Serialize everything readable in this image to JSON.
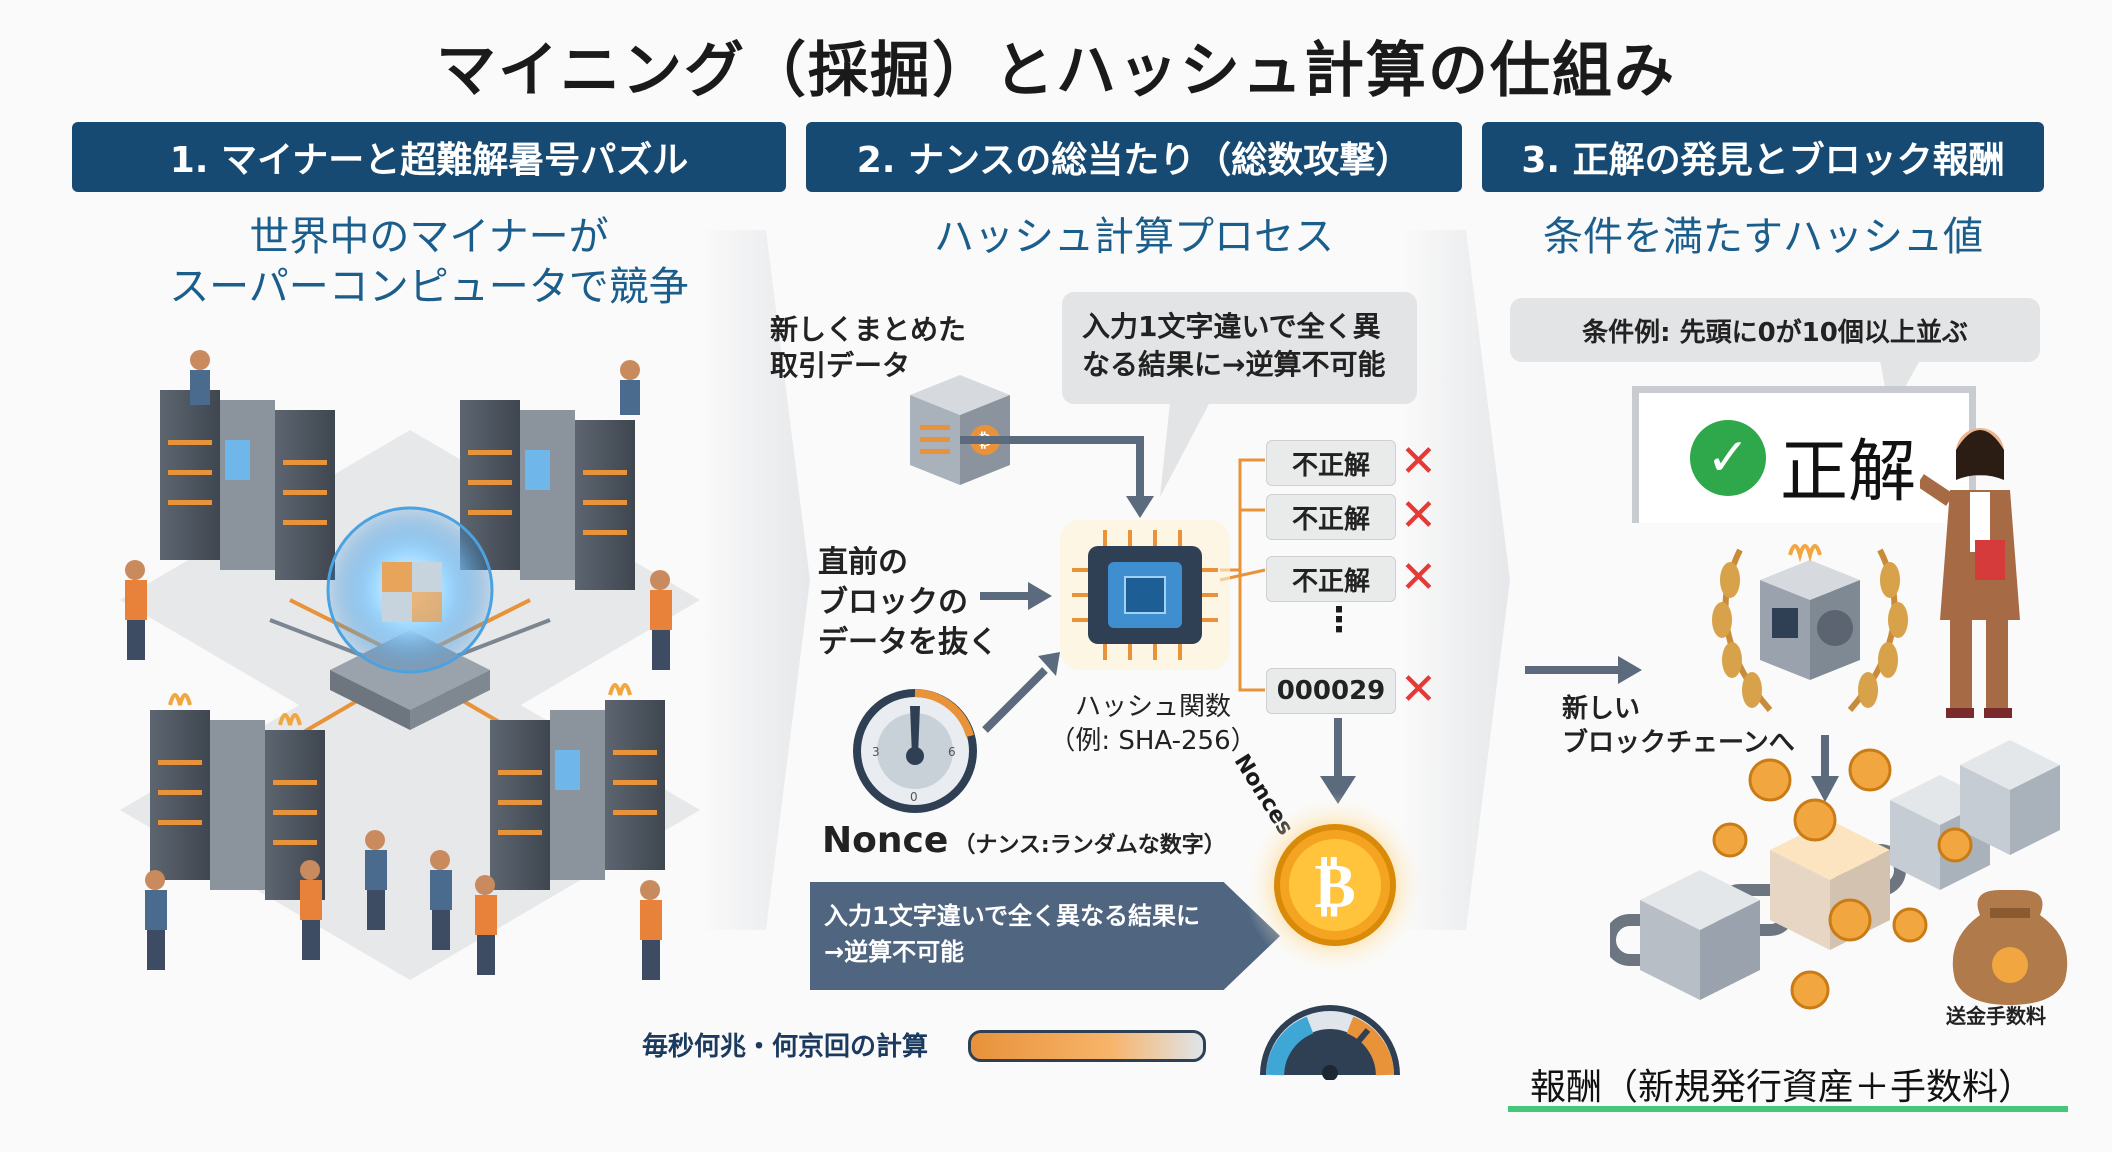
{
  "title": "マイニング（採掘）とハッシュ計算の仕組み",
  "sections": [
    {
      "header": "1. マイナーと超難解暑号パズル",
      "subtitle": [
        "世界中のマイナーが",
        "スーパーコンピュータで競争"
      ]
    },
    {
      "header": "2. ナンスの総当たり（総数攻撃）",
      "subtitle": [
        "ハッシュ計算プロセス"
      ]
    },
    {
      "header": "3. 正解の発見とブロック報酬",
      "subtitle": [
        "条件を満たすハッシュ値"
      ]
    }
  ],
  "process": {
    "new_data": [
      "新しくまとめた",
      "取引データ"
    ],
    "bubble": [
      "入力1文字違いで全く異",
      "なる結果に→逆算不可能"
    ],
    "prev_block": [
      "直前の",
      "ブロックの",
      "データを抜く"
    ],
    "hash_fn": [
      "ハッシュ関数",
      "（例: SHA-256）"
    ],
    "results": [
      "不正解",
      "不正解",
      "不正解",
      "⋮",
      "000029"
    ],
    "nonces_label": "Nonces",
    "nonce_title": "Nonce",
    "nonce_sub": "（ナンス:ランダムな数字）",
    "banner": [
      "入力1文字違いで全く異なる結果に",
      "→逆算不可能"
    ],
    "speed": "毎秒何兆・何京回の計算",
    "coin_symbol": "₿"
  },
  "reward": {
    "condition": "条件例: 先頭に0が10個以上並ぶ",
    "correct": "正解",
    "new_block": [
      "新しい",
      "ブロックチェーンへ"
    ],
    "fee": "送金手数料",
    "footer": "報酬（新規発行資産＋手数料）"
  },
  "colors": {
    "header_bg": "#174a73",
    "subtitle": "#1b5e8c",
    "orange": "#e8923a",
    "wrong": "#e53935",
    "correct": "#2ea84a",
    "footer_line": "#45c77a"
  }
}
